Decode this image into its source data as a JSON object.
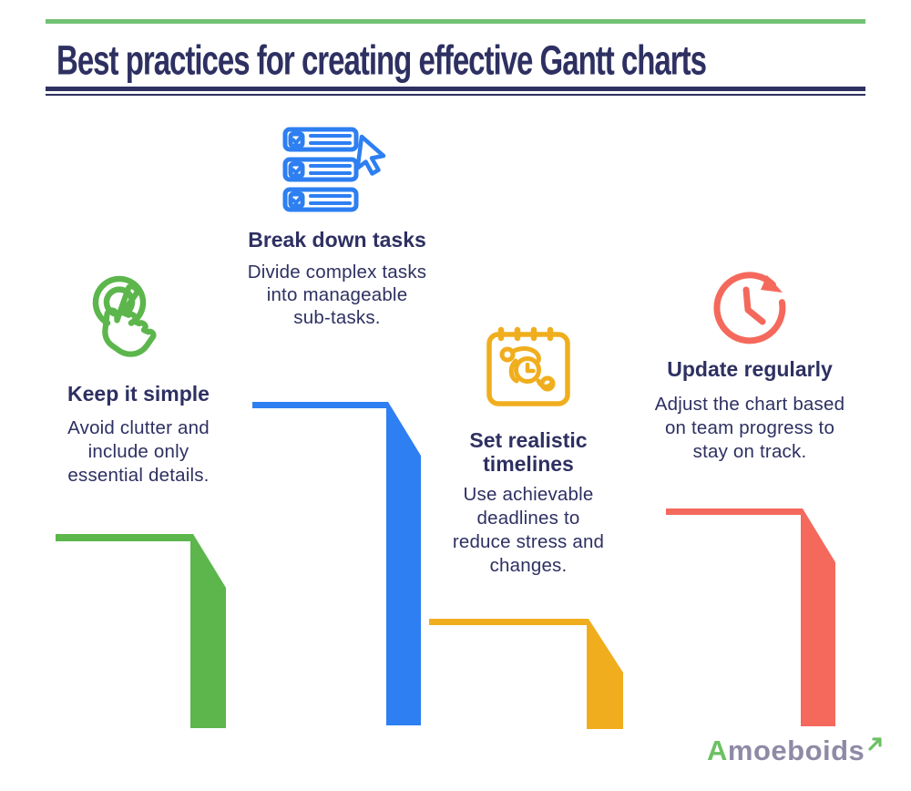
{
  "colors": {
    "navy": "#2e3062",
    "green": "#5cb64c",
    "blue": "#2d7ff2",
    "yellow": "#f0ae1e",
    "red": "#f4695c",
    "accent_line_green": "#72c175",
    "logo_gray": "#8e8aa6",
    "logo_green": "#6cc163"
  },
  "header": {
    "title": "Best practices for creating effective Gantt charts"
  },
  "sections": [
    {
      "id": "keep-it-simple",
      "heading": "Keep it simple",
      "body_lines": [
        "Avoid clutter and",
        "include only",
        "essential details."
      ],
      "icon": "tap-hand-icon",
      "color": "#5cb64c"
    },
    {
      "id": "break-down-tasks",
      "heading": "Break down tasks",
      "body_lines": [
        "Divide complex tasks",
        "into manageable",
        "sub-tasks."
      ],
      "icon": "task-list-icon",
      "color": "#2d7ff2"
    },
    {
      "id": "set-realistic-timelines",
      "heading": "Set realistic timelines",
      "body_lines": [
        "Use achievable",
        "deadlines to",
        "reduce stress and",
        "changes."
      ],
      "icon": "calendar-clock-icon",
      "color": "#f0ae1e"
    },
    {
      "id": "update-regularly",
      "heading": "Update regularly",
      "body_lines": [
        "Adjust the chart based",
        "on team progress to",
        "stay on track."
      ],
      "icon": "clock-refresh-icon",
      "color": "#f4695c"
    }
  ],
  "footer": {
    "brand": "Amoeboids",
    "brand_first_letter": "A",
    "brand_rest": "moeboids"
  }
}
